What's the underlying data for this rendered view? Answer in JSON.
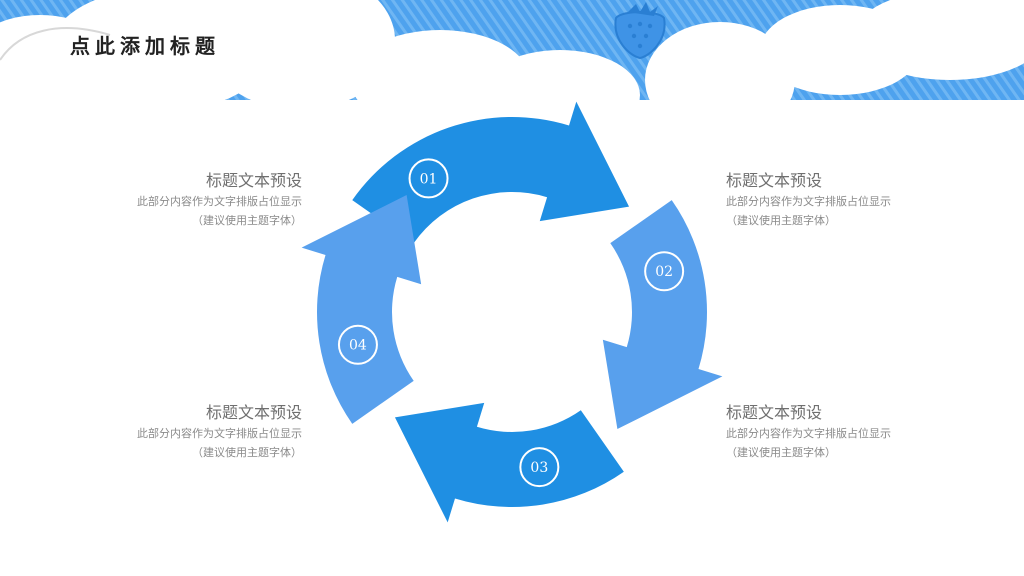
{
  "page": {
    "title": "点此添加标题"
  },
  "colors": {
    "sky": "#4ea2ee",
    "stripe": "#6fb6f3",
    "arrow_dark": "#1f8fe3",
    "arrow_light": "#58a0ed",
    "text_gray": "#777777"
  },
  "cycle": {
    "steps": [
      {
        "number": "01",
        "color": "#1f8fe3"
      },
      {
        "number": "02",
        "color": "#58a0ed"
      },
      {
        "number": "03",
        "color": "#1f8fe3"
      },
      {
        "number": "04",
        "color": "#58a0ed"
      }
    ]
  },
  "blocks": {
    "top_left": {
      "heading": "标题文本预设",
      "line1": "此部分内容作为文字排版占位显示",
      "line2": "（建议使用主题字体）"
    },
    "top_right": {
      "heading": "标题文本预设",
      "line1": "此部分内容作为文字排版占位显示",
      "line2": "（建议使用主题字体）"
    },
    "bottom_left": {
      "heading": "标题文本预设",
      "line1": "此部分内容作为文字排版占位显示",
      "line2": "（建议使用主题字体）"
    },
    "bottom_right": {
      "heading": "标题文本预设",
      "line1": "此部分内容作为文字排版占位显示",
      "line2": "（建议使用主题字体）"
    }
  },
  "decorations": {
    "strawberry_icon": "strawberry-icon"
  }
}
